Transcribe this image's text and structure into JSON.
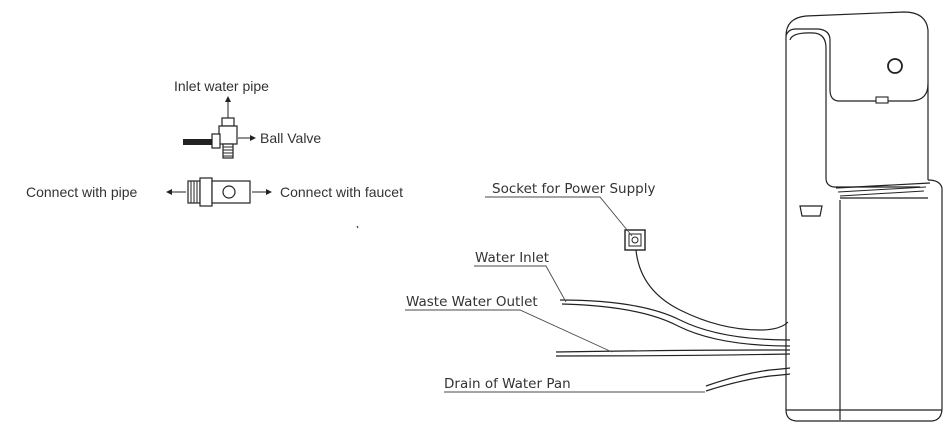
{
  "valve_diagram": {
    "inlet_label": "Inlet water pipe",
    "ball_valve_label": "Ball Valve",
    "pipe_label": "Connect with pipe",
    "faucet_label": "Connect with faucet"
  },
  "dispenser_diagram": {
    "socket_label": "Socket for Power Supply",
    "water_inlet_label": "Water Inlet",
    "waste_outlet_label": "Waste Water Outlet",
    "drain_label": "Drain of Water Pan"
  },
  "colors": {
    "stroke": "#222222",
    "text": "#333333",
    "background": "#ffffff"
  }
}
